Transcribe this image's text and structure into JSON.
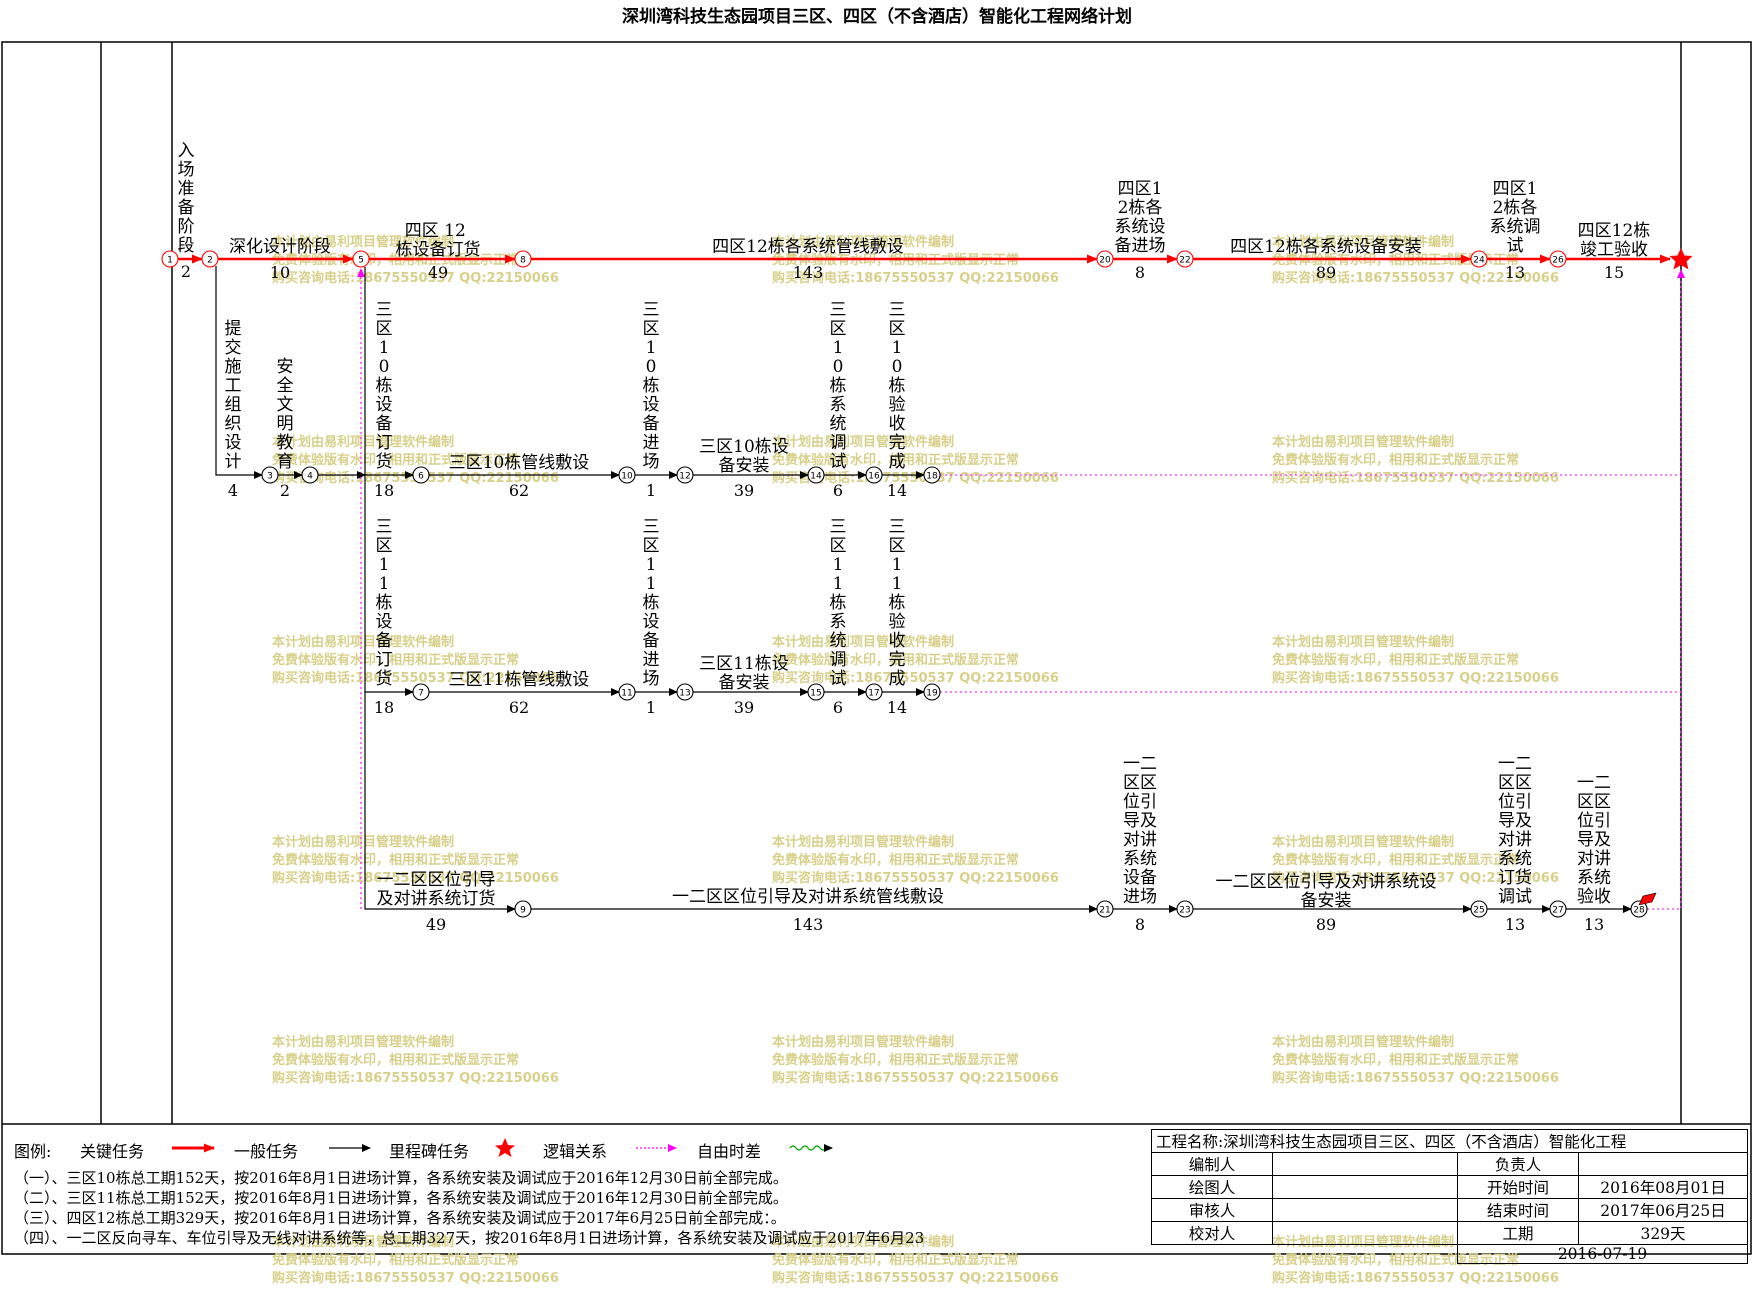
{
  "title": "深圳湾科技生态园项目三区、四区（不含酒店）智能化工程网络计划",
  "tasks": {
    "t_1_2": {
      "label": "入场准备阶段",
      "dur": "2"
    },
    "t_2_5": {
      "label": "深化设计阶段",
      "dur": "10"
    },
    "t_5_8": {
      "label": "四区 12 栋设备订货",
      "dur": "49"
    },
    "t_8_20": {
      "label": "四区12栋各系统管线敷设",
      "dur": "143"
    },
    "t_20_22": {
      "label": "四区12栋各系统设备进场",
      "dur": "8"
    },
    "t_22_24": {
      "label": "四区12栋各系统设备安装",
      "dur": "89"
    },
    "t_24_26": {
      "label": "四区12栋各系统调试",
      "dur": "13"
    },
    "t_26_end": {
      "label": "四区12栋竣工验收",
      "dur": "15"
    },
    "t_2_3": {
      "label": "提交施工组织设计",
      "dur": "4"
    },
    "t_3_4": {
      "label": "安全文明教育",
      "dur": "2"
    },
    "t_5_6": {
      "label": "三区10栋设备订货",
      "dur": "18"
    },
    "t_6_10": {
      "label": "三区10栋管线敷设",
      "dur": "62"
    },
    "t_10_12": {
      "label": "三区10栋设备进场",
      "dur": "1"
    },
    "t_12_14": {
      "label": "三区10栋设备安装",
      "dur": "39"
    },
    "t_14_16": {
      "label": "三区10栋系统调试",
      "dur": "6"
    },
    "t_16_18": {
      "label": "三区10栋验收完成",
      "dur": "14"
    },
    "t_5_7": {
      "label": "三区11栋设备订货",
      "dur": "18"
    },
    "t_7_11": {
      "label": "三区11栋管线敷设",
      "dur": "62"
    },
    "t_11_13": {
      "label": "三区11栋设备进场",
      "dur": "1"
    },
    "t_13_15": {
      "label": "三区11栋设备安装",
      "dur": "39"
    },
    "t_15_17": {
      "label": "三区11栋系统调试",
      "dur": "6"
    },
    "t_17_19": {
      "label": "三区11栋验收完成",
      "dur": "14"
    },
    "t_5_9": {
      "label": "一二区区位引导及对讲系统订货",
      "dur": "49"
    },
    "t_9_21": {
      "label": "一二区区位引导及对讲系统管线敷设",
      "dur": "143"
    },
    "t_21_23": {
      "label": "一二区区位引导及对讲系统设备进场",
      "dur": "8"
    },
    "t_23_25": {
      "label": "一二区区位引导及对讲系统设备安装",
      "dur": "89"
    },
    "t_25_27": {
      "label": "一二区区位引导及对讲系统订货调试",
      "dur": "13"
    },
    "t_27_28": {
      "label": "一二区区位引导及对讲系统验收",
      "dur": "13"
    }
  },
  "legend": {
    "title": "图例:",
    "critical": "关键任务",
    "normal": "一般任务",
    "milestone": "里程碑任务",
    "logic": "逻辑关系",
    "float": "自由时差",
    "critical_color": "#ff0000",
    "logic_color": "#ff00ff",
    "float_color": "#00aa00"
  },
  "notes": [
    "（一）、三区10栋总工期152天，按2016年8月1日进场计算，各系统安装及调试应于2016年12月30日前全部完成。",
    "（二）、三区11栋总工期152天，按2016年8月1日进场计算，各系统安装及调试应于2016年12月30日前全部完成。",
    "（三）、四区12栋总工期329天，按2016年8月1日进场计算，各系统安装及调试应于2017年6月25日前全部完成：。",
    "（四）、一二区反向寻车、车位引导及无线对讲系统等，总工期327天，按2016年8月1日进场计算，各系统安装及调试应于2017年6月23"
  ],
  "info": {
    "project_label": "工程名称:",
    "project_name": "深圳湾科技生态园项目三区、四区（不含酒店）智能化工程",
    "editor": "编制人",
    "leader": "负责人",
    "drawer": "绘图人",
    "start_label": "开始时间",
    "start_value": "2016年08月01日",
    "reviewer": "审核人",
    "end_label": "结束时间",
    "end_value": "2017年06月25日",
    "checker": "校对人",
    "duration_label": "工期",
    "duration_value": "329天",
    "date": "2016-07-19"
  },
  "watermark": [
    "本计划由易利项目管理软件编制",
    "免费体验版有水印，相用和正式版显示正常",
    "购买咨询电话:18675550537 QQ:22150066"
  ]
}
